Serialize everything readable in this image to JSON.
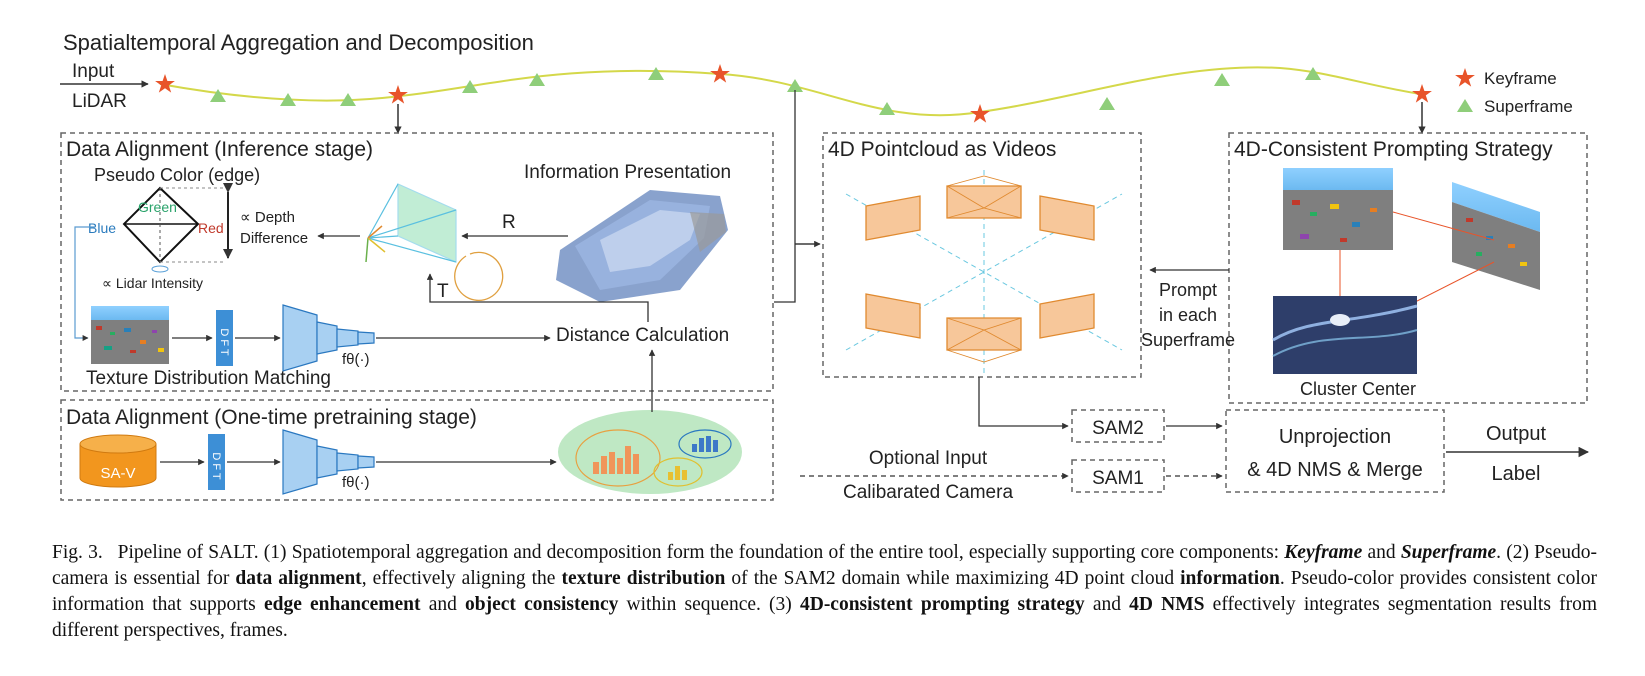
{
  "title": "Spatialtemporal Aggregation and Decomposition",
  "input": {
    "top": "Input",
    "bottom": "LiDAR"
  },
  "legend": {
    "keyframe": "Keyframe",
    "superframe": "Superframe"
  },
  "boxes": {
    "inference": "Data Alignment (Inference stage)",
    "pretraining": "Data Alignment (One-time pretraining stage)",
    "videos": "4D Pointcloud as Videos",
    "prompting": "4D-Consistent Prompting Strategy"
  },
  "inference": {
    "pseudo_color": "Pseudo Color (edge)",
    "green": "Green",
    "blue": "Blue",
    "red": "Red",
    "depth1": "∝ Depth",
    "depth2": "Difference",
    "lidar_intensity": "∝ Lidar Intensity",
    "info_presentation": "Information Presentation",
    "r": "R",
    "t": "T",
    "distance": "Distance Calculation",
    "texture": "Texture Distribution Matching",
    "dft": "D F T",
    "ftheta": "fθ(·)"
  },
  "pretraining": {
    "sav": "SA-V",
    "dft": "D F T",
    "ftheta": "fθ(·)"
  },
  "prompting": {
    "prompt1": "Prompt",
    "prompt2": "in each",
    "prompt3": "Superframe",
    "cluster": "Cluster Center"
  },
  "bottom": {
    "sam2": "SAM2",
    "sam1": "SAM1",
    "optional1": "Optional Input",
    "optional2": "Calibarated Camera",
    "unproj1": "Unprojection",
    "unproj2": "& 4D NMS & Merge",
    "output1": "Output",
    "output2": "Label"
  },
  "caption": {
    "p1": "Fig. 3.  Pipeline of SALT. (1) Spatiotemporal aggregation and decomposition form the foundation of the entire tool, especially supporting core components: ",
    "keyframe": "Keyframe",
    "and": " and ",
    "superframe": "Superframe",
    "p2": ". (2) Pseudo-camera is essential for ",
    "data_alignment": "data alignment",
    "p3": ", effectively aligning the ",
    "texture_distribution": "texture distribution",
    "p4": " of the SAM2 domain while maximizing 4D point cloud ",
    "information": "information",
    "p5": ". Pseudo-color provides consistent color information that supports ",
    "edge_enhancement": "edge enhancement",
    "p6": " and ",
    "object_consistency": "object consistency",
    "p7": " within sequence. (3) ",
    "prompting_strategy": "4D-consistent prompting strategy",
    "p8": " and ",
    "nms": "4D NMS",
    "p9": " effectively integrates segmentation results from different perspectives, frames."
  }
}
